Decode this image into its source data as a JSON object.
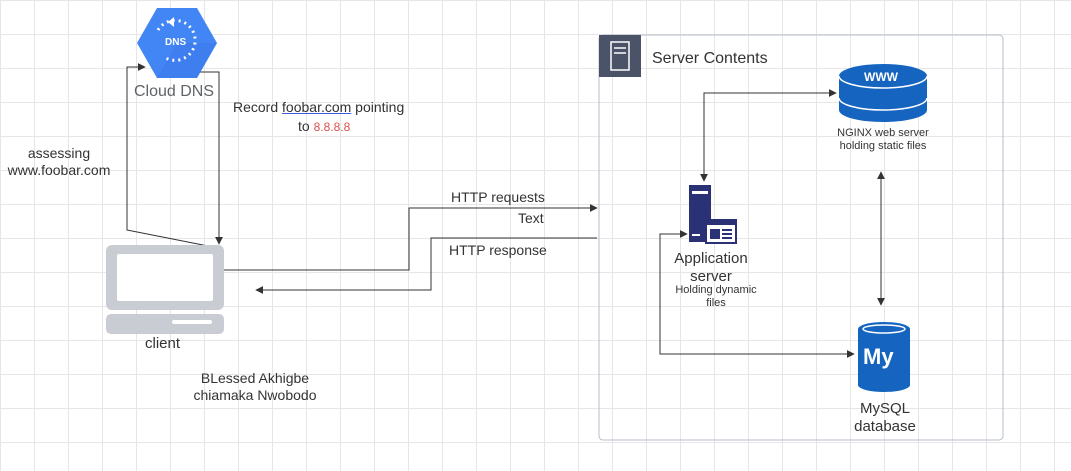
{
  "labels": {
    "cloud_dns": "Cloud DNS",
    "dns_badge": "DNS",
    "record_prefix": "Record ",
    "record_domain": "foobar.com",
    "record_suffix": " pointing",
    "record_to": "to ",
    "record_ip": "8.8.8.8",
    "assessing_line1": "assessing",
    "assessing_line2": "www.foobar.com",
    "http_requests": "HTTP requests",
    "text_label": "Text",
    "http_response": "HTTP response",
    "client": "client",
    "author_1": "BLessed Akhigbe",
    "author_2": "chiamaka Nwobodo",
    "server_contents": "Server Contents",
    "www_badge": "WWW",
    "nginx_line1": "NGINX web server",
    "nginx_line2": "holding static files",
    "app_server_line1": "Application",
    "app_server_line2": "server",
    "app_desc_line1": "Holding dynamic",
    "app_desc_line2": "files",
    "mysql_badge": "My",
    "mysql_line1": "MySQL",
    "mysql_line2": "database"
  },
  "colors": {
    "background": "#ffffff",
    "grid": "#e6e6e6",
    "arrow": "#333333",
    "dns_blue": "#4285f4",
    "server_navy": "#2a3275",
    "db_blue": "#1565c0",
    "laptop_gray": "#c9ccd3",
    "container_border": "#b6bccb",
    "header_icon_bg": "#4a5368",
    "ip_red": "#e0504e"
  },
  "icons": {
    "cloud_dns": "google-cloud-dns-icon",
    "client": "laptop-icon",
    "server_contents": "server-rack-icon",
    "nginx": "www-server-cylinder-icon",
    "app_server": "application-server-icon",
    "mysql": "mysql-database-icon"
  }
}
